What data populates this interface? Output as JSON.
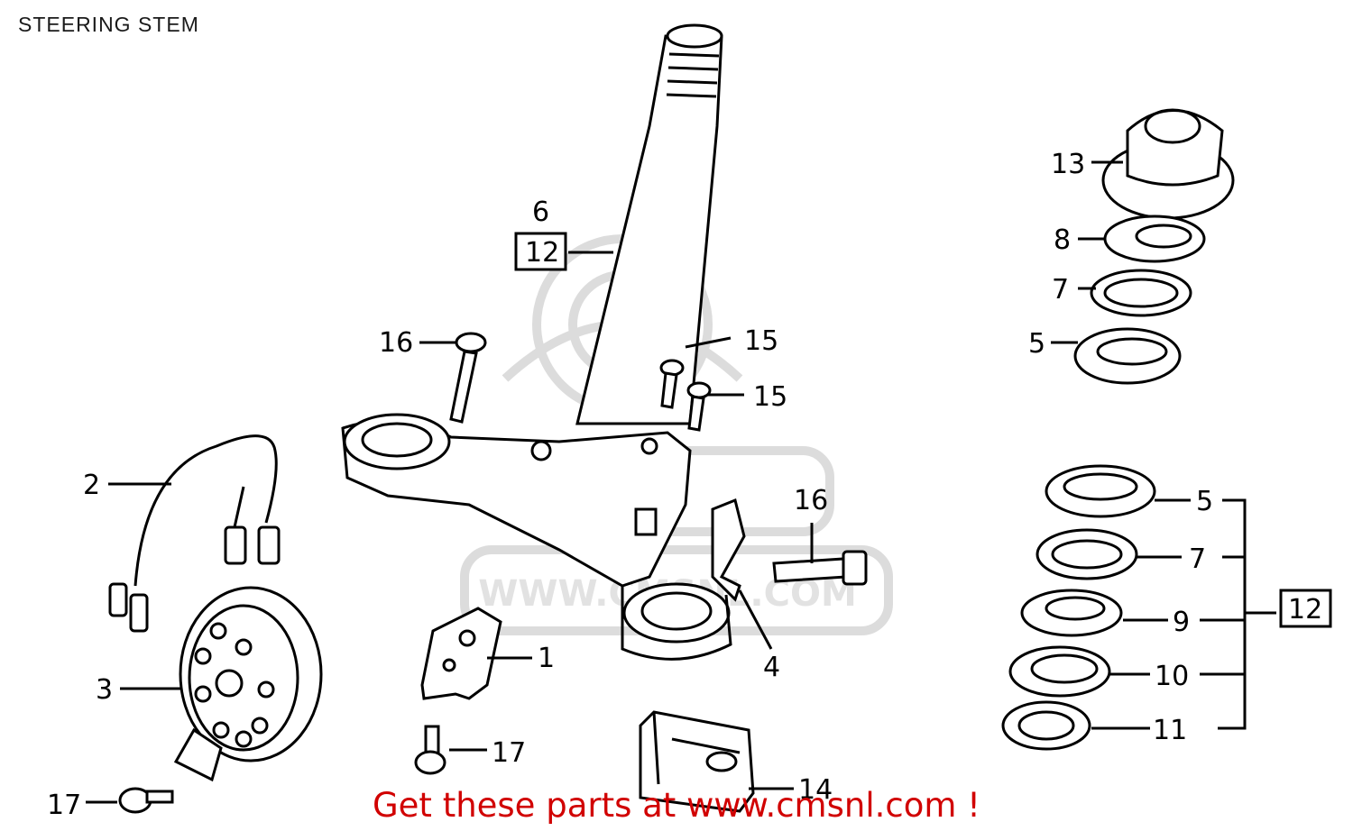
{
  "header": {
    "title": "STEERING STEM"
  },
  "callouts": {
    "c1": "1",
    "c2": "2",
    "c3": "3",
    "c4": "4",
    "c5a": "5",
    "c5b": "5",
    "c6": "6",
    "c7a": "7",
    "c7b": "7",
    "c8": "8",
    "c9": "9",
    "c10": "10",
    "c11": "11",
    "c12a": "12",
    "c12b": "12",
    "c13": "13",
    "c14": "14",
    "c15a": "15",
    "c15b": "15",
    "c16a": "16",
    "c16b": "16",
    "c17a": "17",
    "c17b": "17"
  },
  "watermark": {
    "text": "WWW.CMSNL.COM"
  },
  "footer": {
    "text": "Get these parts at www.cmsnl.com !",
    "color": "#d10000"
  }
}
